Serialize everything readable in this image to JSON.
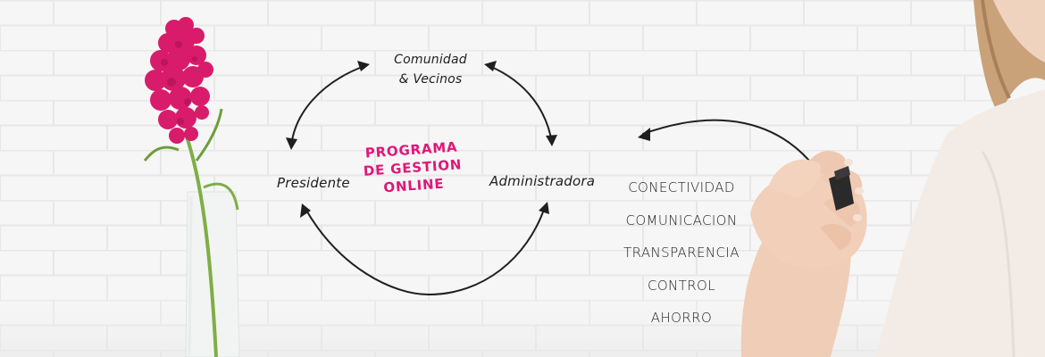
{
  "cycle": {
    "top_line1": "Comunidad",
    "top_line2": "& Vecinos",
    "left": "Presidente",
    "right": "Administradora",
    "center_line1": "PROGRAMA",
    "center_line2": "DE GESTION",
    "center_line3": "ONLINE"
  },
  "features": [
    "CONECTIVIDAD",
    "COMUNICACION",
    "TRANSPARENCIA",
    "CONTROL",
    "AHORRO"
  ],
  "colors": {
    "accent": "#e0167a",
    "ink": "#1f1f1f",
    "flower": "#d81b6a",
    "wall": "#f4f4f4"
  }
}
